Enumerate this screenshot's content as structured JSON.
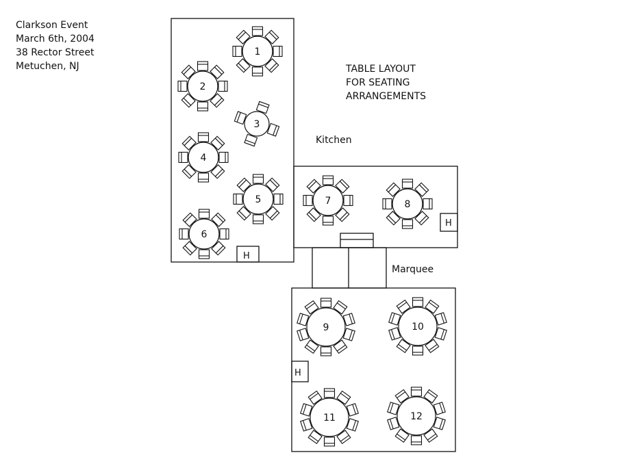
{
  "event_info": [
    "Clarkson Event",
    "March 6th, 2004",
    "38 Rector Street",
    "Metuchen, NJ"
  ],
  "title_lines": [
    "TABLE LAYOUT",
    "FOR SEATING",
    "ARRANGEMENTS"
  ],
  "labels": {
    "kitchen": "Kitchen",
    "marquee": "Marquee",
    "heater": "H"
  },
  "tables": [
    {
      "label": "1",
      "seats": 8
    },
    {
      "label": "2",
      "seats": 8
    },
    {
      "label": "3",
      "seats": 4
    },
    {
      "label": "4",
      "seats": 8
    },
    {
      "label": "5",
      "seats": 8
    },
    {
      "label": "6",
      "seats": 8
    },
    {
      "label": "7",
      "seats": 8
    },
    {
      "label": "8",
      "seats": 8
    },
    {
      "label": "9",
      "seats": 10
    },
    {
      "label": "10",
      "seats": 10
    },
    {
      "label": "11",
      "seats": 10
    },
    {
      "label": "12",
      "seats": 10
    }
  ]
}
